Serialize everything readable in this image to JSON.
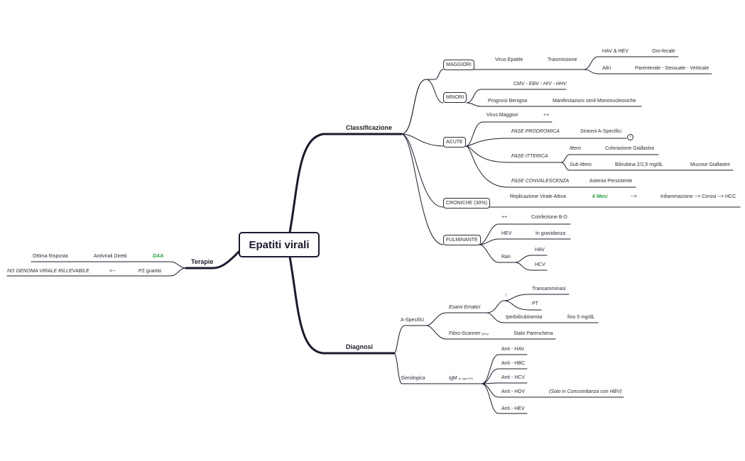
{
  "root": "Epatiti virali",
  "branches": {
    "classificazione": "Classificazione",
    "diagnosi": "Diagnosi",
    "terapie": "Terapie"
  },
  "classificazione": {
    "maggiori": {
      "label": "MAGGIORI",
      "virus": "Virus Epatite",
      "trasmissione": "Trasmissione",
      "hav_hev": "HAV & HEV",
      "oro_fecale": "Oro-fecale",
      "altri": "Altri",
      "parenterale": "Parenterale - Sessuale - Verticale"
    },
    "minori": {
      "label": "MINORI",
      "cmv": "CMV - EBV - HIV - HHV",
      "prognosi": "Prognosi Benigna",
      "manifestazioni": "Manifestazioni simil-Mononucleosiche"
    },
    "acute": {
      "label": "ACUTE",
      "virus_maggiori": "Virus Maggiori",
      "plus": "++",
      "fase_prodromica": "FASE PRODROMICA",
      "sintomi": "Sintomi A-Specifici",
      "fase_itterica": "FASE ITTERICA",
      "ittero": "Ittero",
      "colorazione": "Colorazione Giallastra",
      "sub_ittero": "Sub-Ittero",
      "bilirubina": "Bilirubina 2/2,5 mg/dL",
      "mucose": "Mucose Giallastre",
      "fase_convalescenza": "FASE CONVALESCENZA",
      "astenia": "Astenia Persistente"
    },
    "croniche": {
      "label": "CRONICHE (30%)",
      "replicazione": "Replicazione Virale Attiva",
      "sei_mesi": "6 Mesi",
      "arrow": "-->",
      "infiammazione": "Infiammazione --> Cirrosi --> HCC"
    },
    "fulminante": {
      "label": "FULMINANTE",
      "plus": "++",
      "coinfezione": "Coinfezione B-D",
      "hev": "HEV",
      "gravidanza": "In gravidanza",
      "rari": "Rari",
      "hav": "HAV",
      "hcv": "HCV"
    }
  },
  "diagnosi": {
    "a_specifici": "A-Specifici",
    "esami": "Esami Ematici",
    "up_arrow": "↑",
    "transaminasi": "Transamminasi",
    "pt": "PT",
    "iperbilirubinemia": "Iperbilirubinemia",
    "fino": "fino 5 mg/dL",
    "fibro": "Fibro-Scanner",
    "eco": "(Eco)",
    "stato": "Stato Parenchima",
    "sierologica": "Sierologica",
    "igm": "IgM",
    "igm_note": "(o ogni HV)",
    "anti_hav": "Anti - HAV",
    "anti_hbc": "Anti - HBC",
    "anti_hcv": "Anti - HCV",
    "anti_hdv": "Anti - HDV",
    "concomitanza": "(Solo in Concomitanza con HBV)",
    "anti_hev": "Anti - HEV"
  },
  "terapie": {
    "ottima": "Ottima Risposta",
    "antivirali": "Antivirali Diretti",
    "daa": "DAA",
    "no_genoma": "NO GENOMA VIRALE RILLEVABILE",
    "arrow": "<--",
    "pz": "PZ guarito"
  },
  "icons": {
    "info": "info-icon"
  },
  "colors": {
    "line": "#1a1a2e",
    "accent_green": "#21a33a"
  }
}
